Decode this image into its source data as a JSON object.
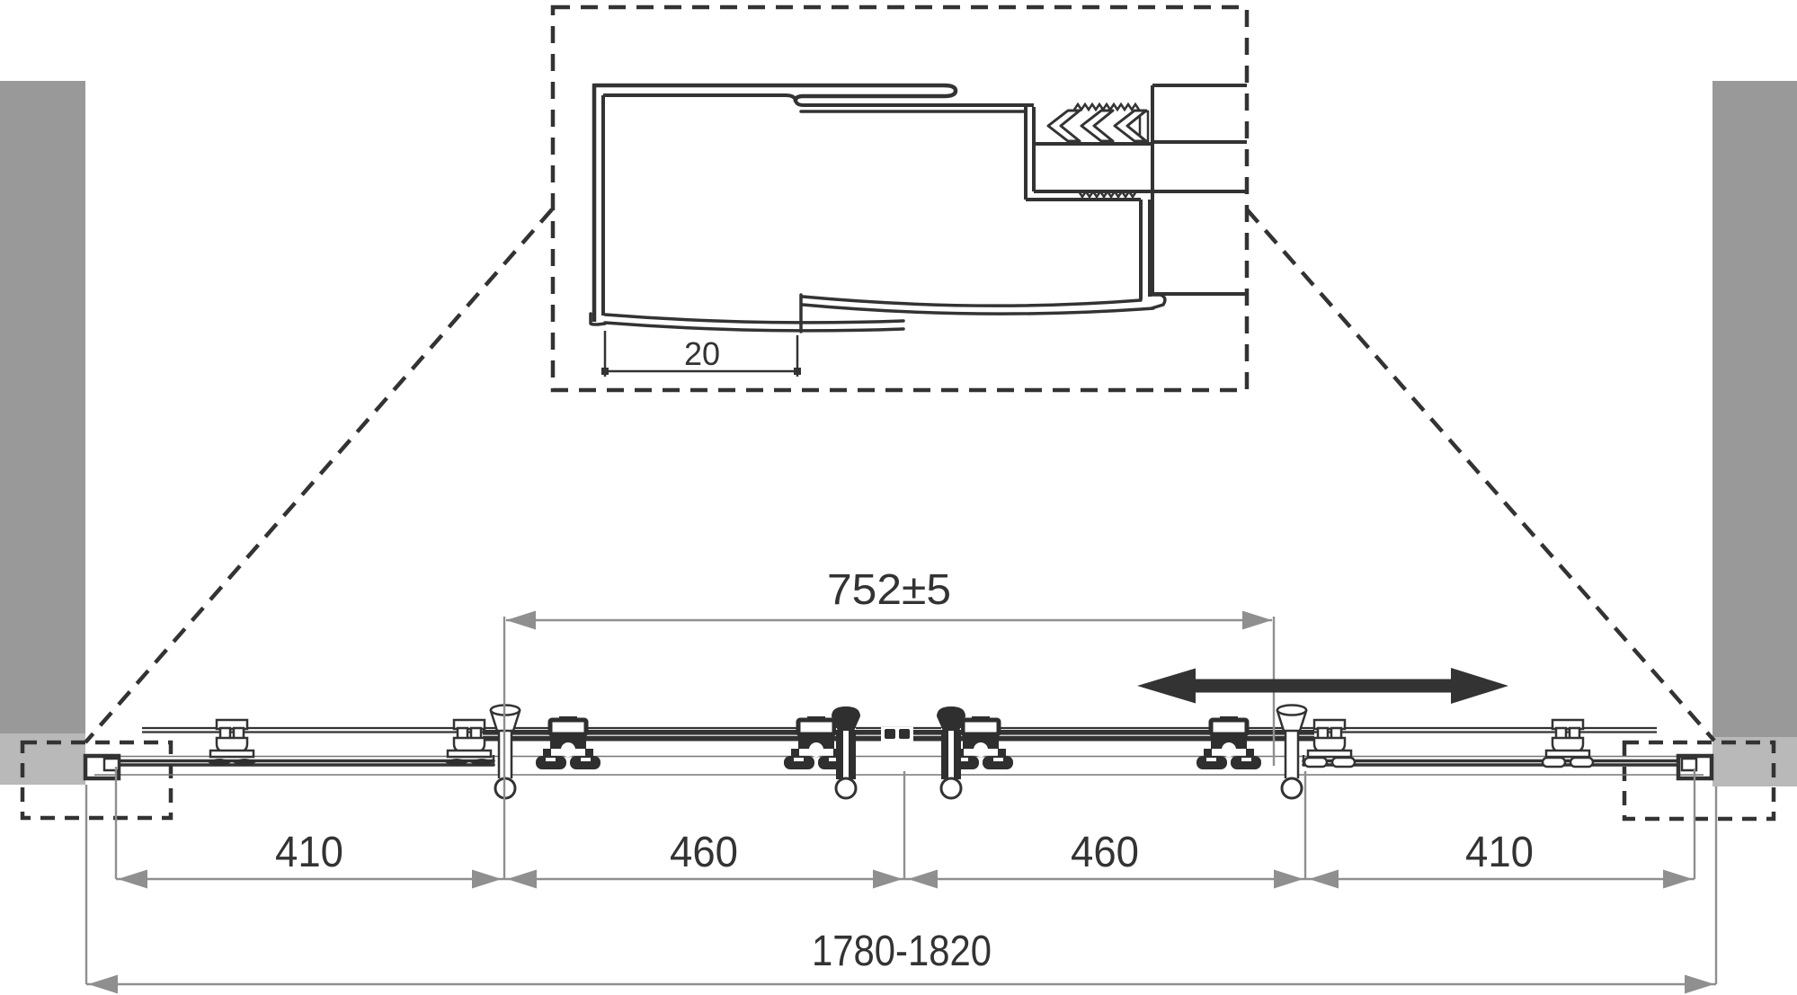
{
  "drawing": {
    "detail": {
      "dim_20": "20"
    },
    "dims": {
      "width_top": "752±5",
      "seg_410L": "410",
      "seg_460L": "460",
      "seg_460R": "460",
      "seg_410R": "410",
      "overall": "1780-1820"
    },
    "colors": {
      "ink": "#333333",
      "component": "#2f2f2f",
      "dim": "#8f8f8f",
      "thin": "#777777",
      "wall": "#999999",
      "wall_light": "#b9b9b9",
      "text": "#333333",
      "bg": "#ffffff"
    }
  }
}
